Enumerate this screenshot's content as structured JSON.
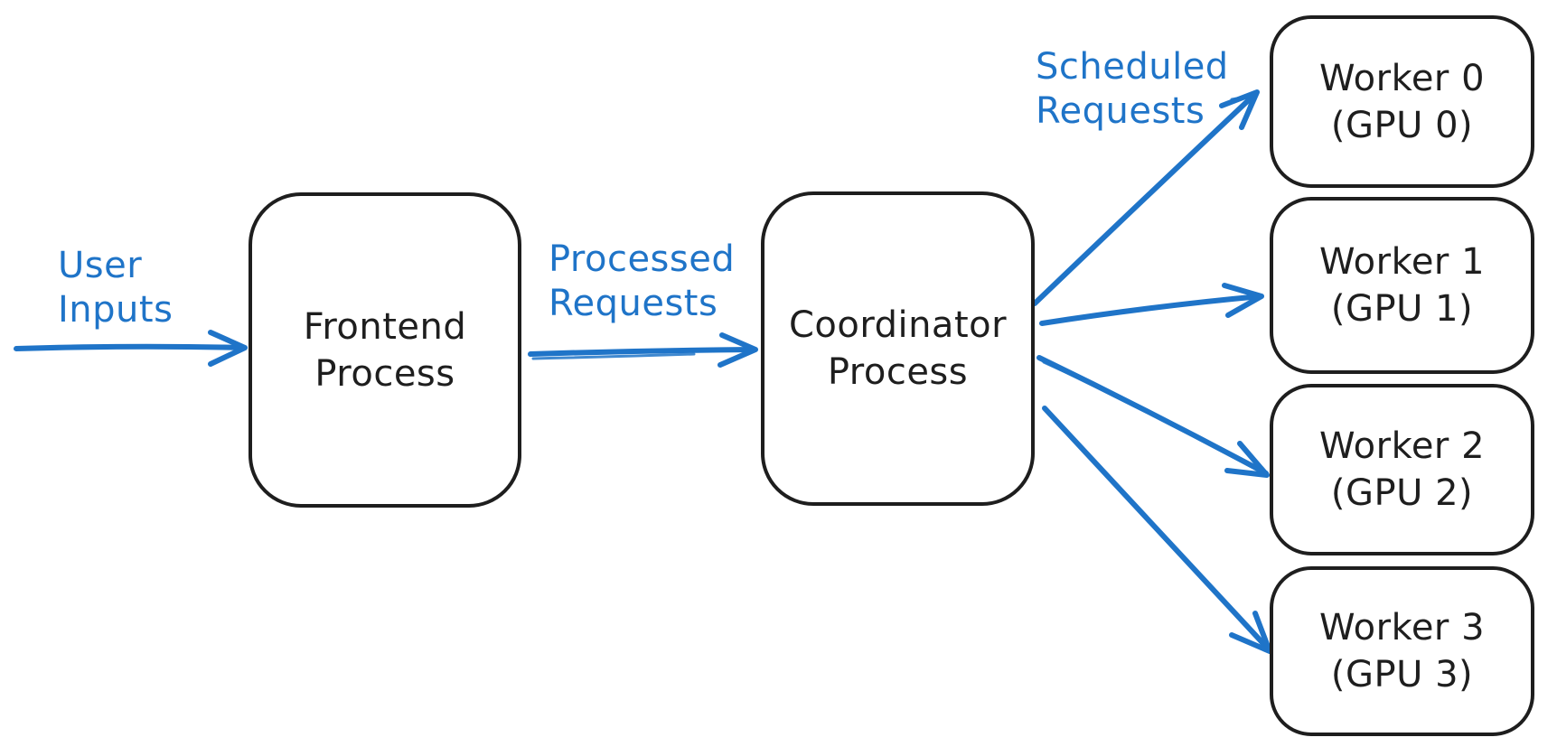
{
  "colors": {
    "accent_blue": "#1f74c8",
    "stroke_dark": "#1e1e1e",
    "background": "#ffffff"
  },
  "nodes": {
    "frontend": {
      "line1": "Frontend",
      "line2": "Process"
    },
    "coordinator": {
      "line1": "Coordinator",
      "line2": "Process"
    },
    "workers": [
      {
        "line1": "Worker 0",
        "line2": "(GPU 0)"
      },
      {
        "line1": "Worker 1",
        "line2": "(GPU 1)"
      },
      {
        "line1": "Worker 2",
        "line2": "(GPU 2)"
      },
      {
        "line1": "Worker 3",
        "line2": "(GPU 3)"
      }
    ]
  },
  "edge_labels": {
    "user_inputs": {
      "line1": "User",
      "line2": "Inputs"
    },
    "processed_requests": {
      "line1": "Processed",
      "line2": "Requests"
    },
    "scheduled_requests": {
      "line1": "Scheduled",
      "line2": "Requests"
    }
  },
  "edges": [
    {
      "from": "user",
      "to": "frontend-process",
      "label": "User Inputs"
    },
    {
      "from": "frontend-process",
      "to": "coordinator-process",
      "label": "Processed Requests"
    },
    {
      "from": "coordinator-process",
      "to": "worker-0",
      "label": "Scheduled Requests"
    },
    {
      "from": "coordinator-process",
      "to": "worker-1",
      "label": "Scheduled Requests"
    },
    {
      "from": "coordinator-process",
      "to": "worker-2",
      "label": "Scheduled Requests"
    },
    {
      "from": "coordinator-process",
      "to": "worker-3",
      "label": "Scheduled Requests"
    }
  ]
}
